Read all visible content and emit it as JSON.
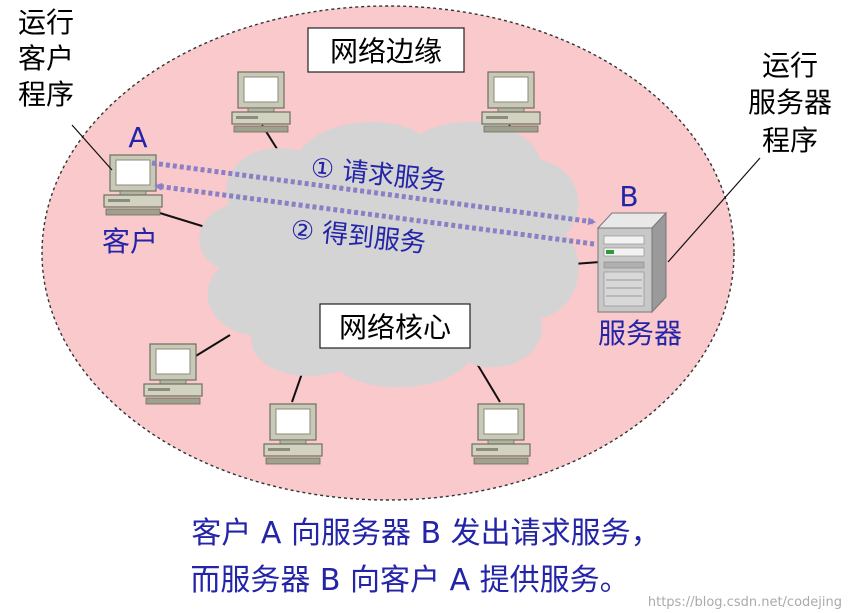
{
  "edge_label": "网络边缘",
  "core_label": "网络核心",
  "client_program": [
    "运行",
    "客户",
    "程序"
  ],
  "server_program": [
    "运行",
    "服务器",
    "程序"
  ],
  "host_a": {
    "letter": "A",
    "name": "客户"
  },
  "host_b": {
    "letter": "B",
    "name": "服务器"
  },
  "request_label": "①  请求服务",
  "response_label": "②  得到服务",
  "caption": [
    "客户 A 向服务器 B 发出请求服务，",
    "而服务器 B 向客户 A 提供服务。"
  ],
  "watermark": "https://blog.csdn.net/codejing",
  "colors": {
    "edge_fill": "#f9c9cc",
    "cloud_fill": "#d4d4d4",
    "arrow": "#8a80c4",
    "label_text": "#2424a8"
  }
}
